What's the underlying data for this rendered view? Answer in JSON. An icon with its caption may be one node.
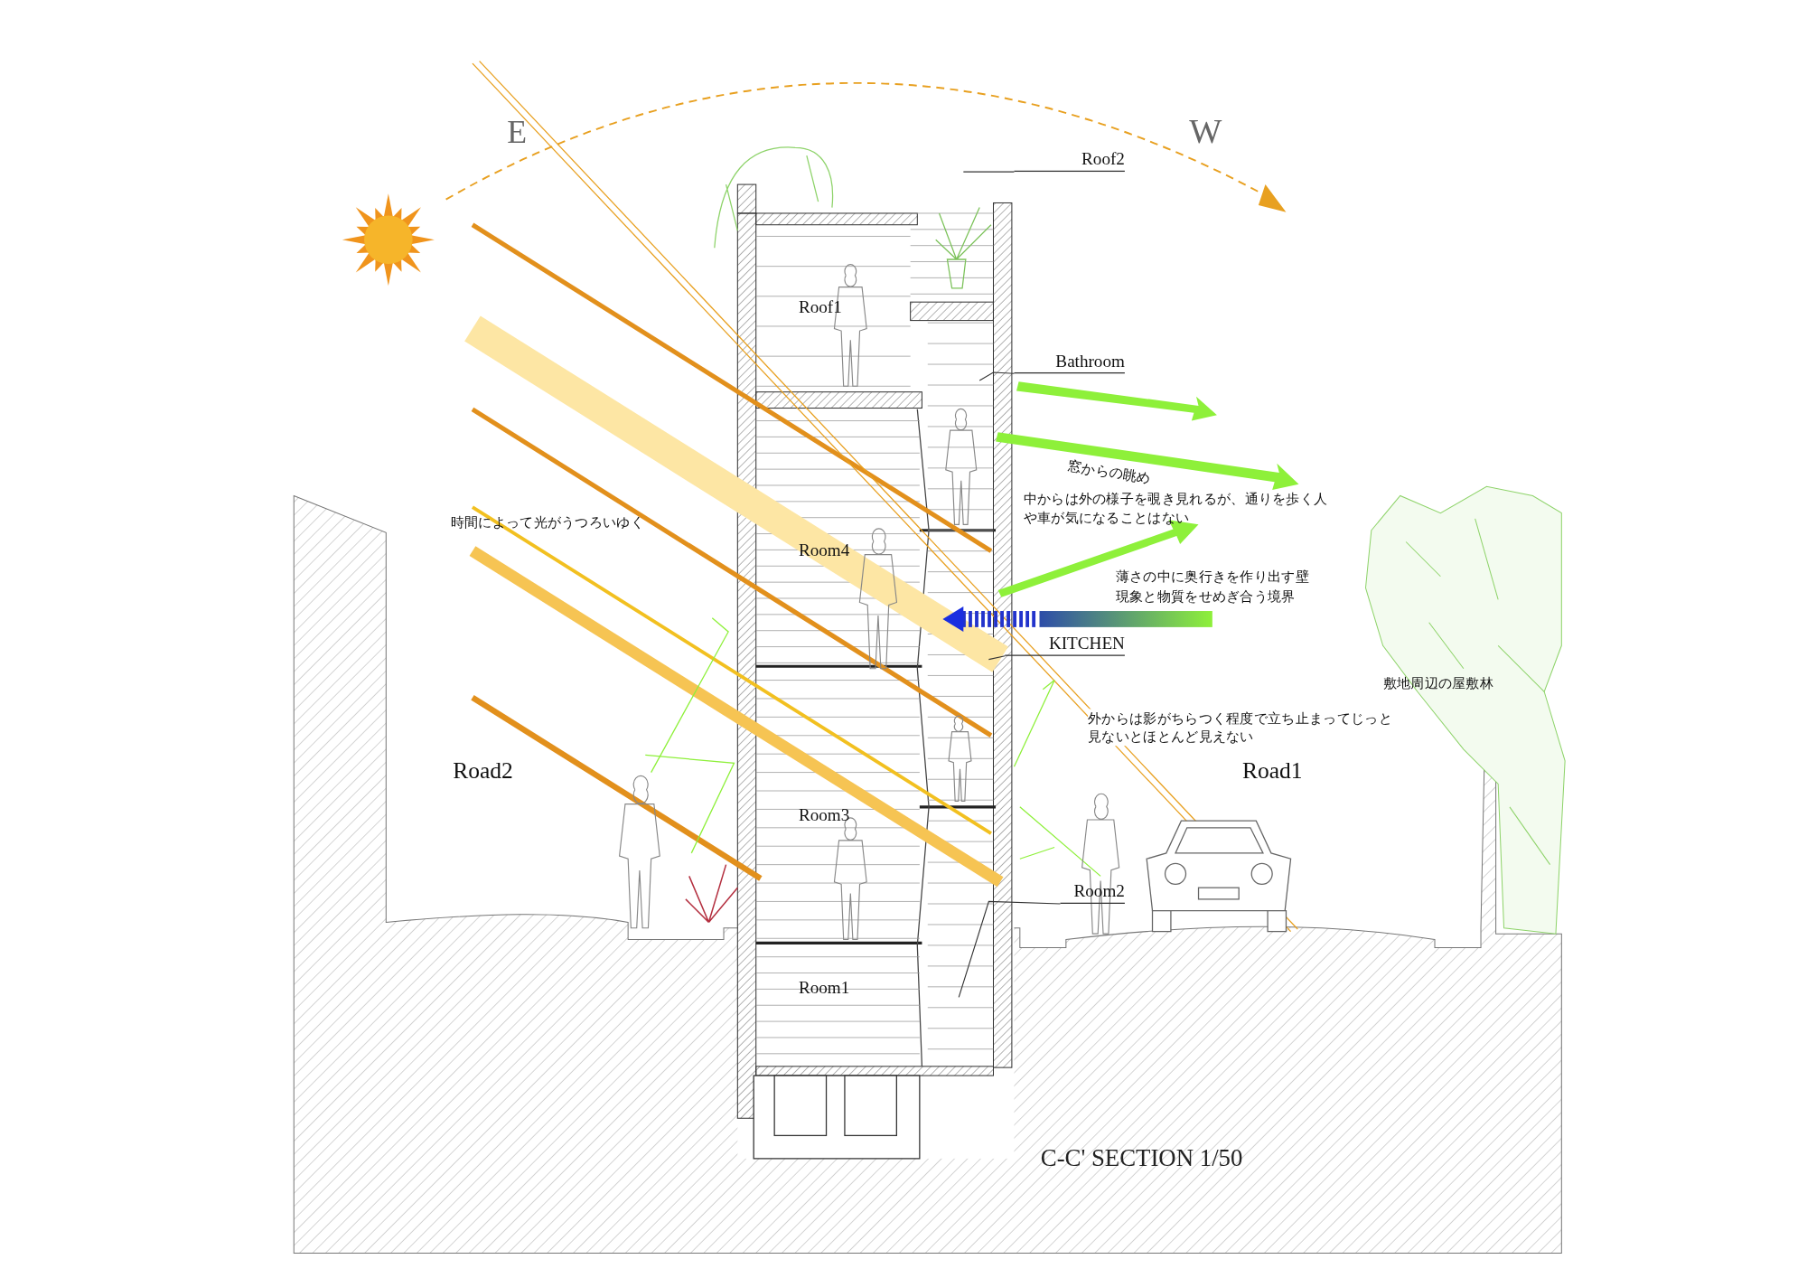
{
  "diagram": {
    "title": "C-C' SECTION 1/50",
    "nodes": [
      {
        "text": [
          "Roof2"
        ]
      },
      {
        "text": [
          "Bathroom"
        ]
      },
      {
        "text": [
          "KITCHEN"
        ]
      },
      {
        "text": [
          "Room2"
        ]
      },
      {
        "text": [],
        "shape": "picture"
      }
    ],
    "edges": [
      {
        "from": 0,
        "to": 4,
        "arrow": "none"
      },
      {
        "from": 1,
        "to": 4,
        "arrow": "none"
      },
      {
        "from": 2,
        "to": 4,
        "arrow": "none"
      },
      {
        "from": 3,
        "to": 4,
        "arrow": "none"
      }
    ],
    "labels": [
      "E",
      "W",
      "Roof1",
      "窓からの眺め",
      "中からは外の様子を覗き見れるが、通りを歩く人や車が気になることはない",
      "時間によって光がうつろいゆく",
      "Room4",
      "薄さの中に奥行きを作り出す壁",
      "現象と物質をせめぎ合う境界",
      "敷地周辺の屋敷林",
      "外からは影がちらつく程度で立ち止まってじっと見ないとほとんど見えない",
      "Road2",
      "Road1",
      "Room3",
      "Room1"
    ]
  }
}
